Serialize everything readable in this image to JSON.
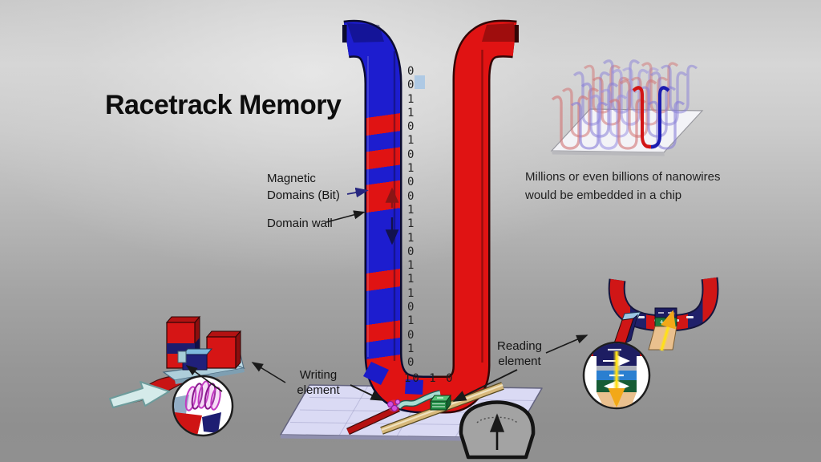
{
  "title": "Racetrack Memory",
  "diagram": {
    "magnetic_domains_label": "Magnetic\nDomains (Bit)",
    "domain_wall_label": "Domain wall",
    "writing_element_label": "Writing\nelement",
    "reading_element_label": "Reading\nelement",
    "chip_caption": "Millions or even billions of nanowires\nwould be embedded in a chip",
    "bits_vertical": "0\n0\n1\n1\n0\n1\n0\n1\n0\n0\n1\n1\n1\n0\n1\n1\n1\n0\n1\n0\n1\n0",
    "bits_bottom": "10 1 0"
  },
  "colors": {
    "domain_red": "#e01313",
    "domain_blue": "#1d1dcf",
    "platform_lavender": "#dadaf4",
    "bit_highlight": "#a9c6e4",
    "background_top": "#d6d6d6",
    "background_bottom": "#909090"
  }
}
